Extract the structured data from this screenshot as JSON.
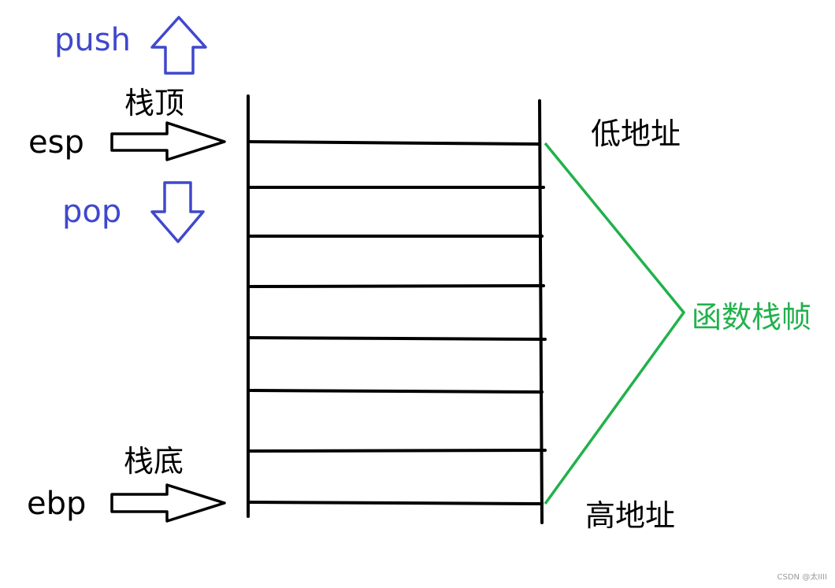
{
  "labels": {
    "push": "push",
    "pop": "pop",
    "stack_top": "栈顶",
    "stack_bottom": "栈底",
    "esp": "esp",
    "ebp": "ebp",
    "low_address": "低地址",
    "high_address": "高地址",
    "function_stack_frame": "函数栈帧"
  },
  "colors": {
    "push_pop": "#3f48cc",
    "stack_frame_brace": "#22b14c",
    "stack_lines": "#000000"
  },
  "icons": {
    "push": "up-arrow-outline",
    "pop": "down-arrow-outline",
    "esp_pointer": "right-arrow-outline",
    "ebp_pointer": "right-arrow-outline"
  },
  "stack": {
    "slot_divider_count": 8
  },
  "watermark": "CSDN @太IIII"
}
